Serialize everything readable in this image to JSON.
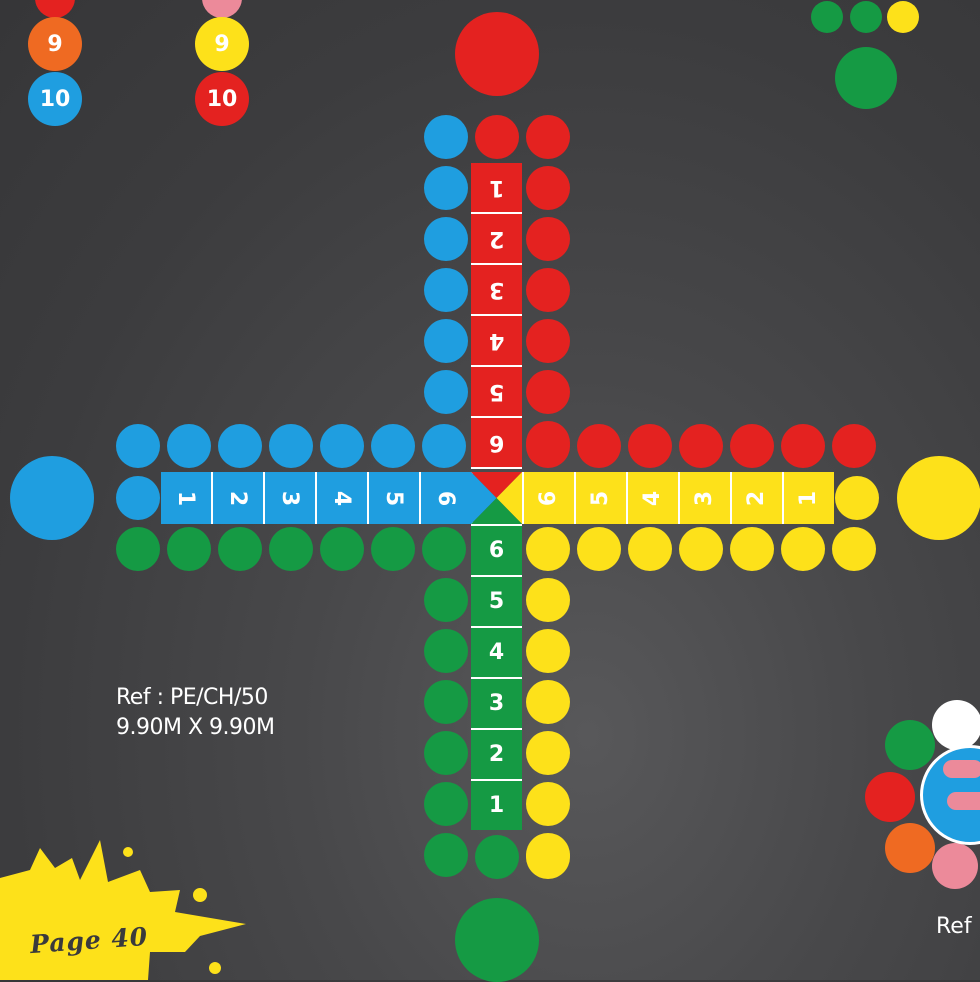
{
  "colors": {
    "red": "#e42220",
    "blue": "#1f9ee0",
    "green": "#159a44",
    "yellow": "#fde11a",
    "orange": "#ef6a22",
    "pink": "#ec8a9a",
    "white": "#ffffff",
    "background": "#444446"
  },
  "reference": {
    "code": "Ref : PE/CH/50",
    "size": "9.90M X 9.90M"
  },
  "page_label": "Page 40",
  "right_ref_fragment": "Ref",
  "top_left_counters": [
    {
      "color": "orange",
      "label": "9"
    },
    {
      "color": "blue",
      "label": "10"
    },
    {
      "color": "yellow",
      "label": "9"
    },
    {
      "color": "red",
      "label": "10"
    }
  ],
  "track_numbers": [
    "1",
    "2",
    "3",
    "4",
    "5",
    "6"
  ]
}
